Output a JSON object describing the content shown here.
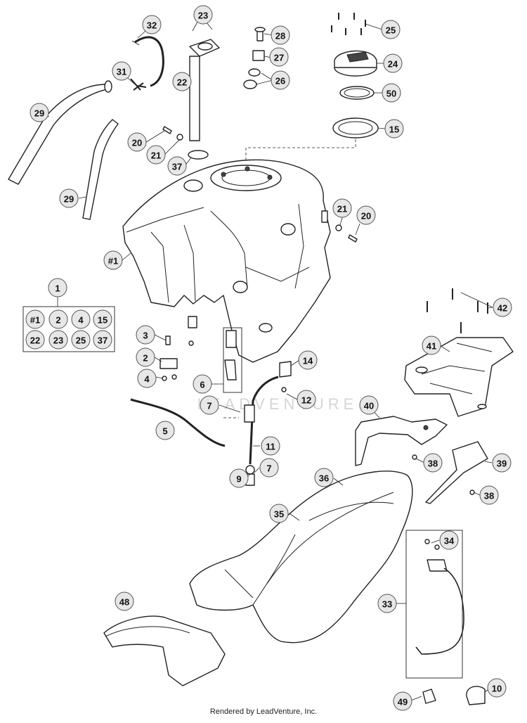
{
  "footer": {
    "credit": "Rendered by LeadVenture, Inc."
  },
  "watermark": "LEADVENTURE",
  "kit": {
    "label": "1",
    "members": [
      "#1",
      "2",
      "4",
      "15",
      "22",
      "23",
      "25",
      "37"
    ]
  },
  "callouts": [
    {
      "id": "c23a",
      "label": "23"
    },
    {
      "id": "c32",
      "label": "32"
    },
    {
      "id": "c28",
      "label": "28"
    },
    {
      "id": "c25",
      "label": "25"
    },
    {
      "id": "c27",
      "label": "27"
    },
    {
      "id": "c24",
      "label": "24"
    },
    {
      "id": "c31",
      "label": "31"
    },
    {
      "id": "c22",
      "label": "22"
    },
    {
      "id": "c26",
      "label": "26"
    },
    {
      "id": "c50",
      "label": "50"
    },
    {
      "id": "c29a",
      "label": "29"
    },
    {
      "id": "c15",
      "label": "15"
    },
    {
      "id": "c20a",
      "label": "20"
    },
    {
      "id": "c21a",
      "label": "21"
    },
    {
      "id": "c37",
      "label": "37"
    },
    {
      "id": "c29b",
      "label": "29"
    },
    {
      "id": "c21b",
      "label": "21"
    },
    {
      "id": "c20b",
      "label": "20"
    },
    {
      "id": "c1tank",
      "label": "#1"
    },
    {
      "id": "c42",
      "label": "42"
    },
    {
      "id": "c3",
      "label": "3"
    },
    {
      "id": "c41",
      "label": "41"
    },
    {
      "id": "c2",
      "label": "2"
    },
    {
      "id": "c14",
      "label": "14"
    },
    {
      "id": "c4",
      "label": "4"
    },
    {
      "id": "c6",
      "label": "6"
    },
    {
      "id": "c7a",
      "label": "7"
    },
    {
      "id": "c12",
      "label": "12"
    },
    {
      "id": "c40",
      "label": "40"
    },
    {
      "id": "c5",
      "label": "5"
    },
    {
      "id": "c11",
      "label": "11"
    },
    {
      "id": "c38a",
      "label": "38"
    },
    {
      "id": "c39",
      "label": "39"
    },
    {
      "id": "c9",
      "label": "9"
    },
    {
      "id": "c7b",
      "label": "7"
    },
    {
      "id": "c36",
      "label": "36"
    },
    {
      "id": "c38b",
      "label": "38"
    },
    {
      "id": "c35",
      "label": "35"
    },
    {
      "id": "c34",
      "label": "34"
    },
    {
      "id": "c48",
      "label": "48"
    },
    {
      "id": "c33",
      "label": "33"
    },
    {
      "id": "c10",
      "label": "10"
    },
    {
      "id": "c49",
      "label": "49"
    }
  ]
}
